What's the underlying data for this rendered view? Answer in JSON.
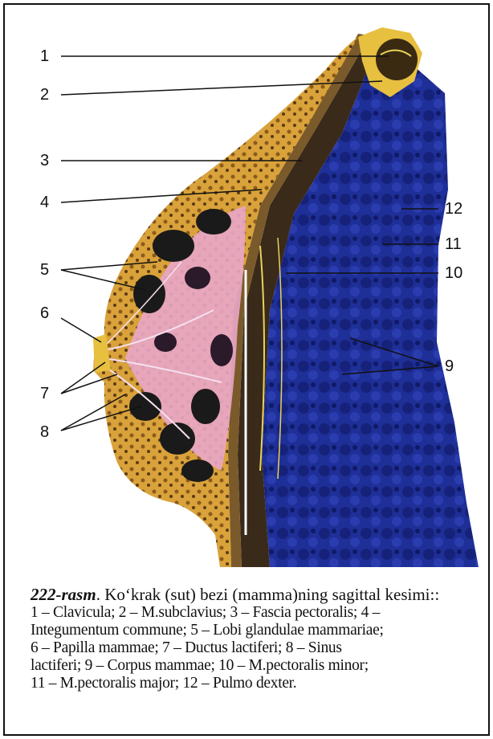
{
  "figure": {
    "labels": [
      "1",
      "2",
      "3",
      "4",
      "5",
      "6",
      "7",
      "8",
      "9",
      "10",
      "11",
      "12"
    ]
  },
  "caption": {
    "number": "222-rasm",
    "title": ". Ko‘krak (sut) bezi (mamma)ning sagittal kesimi::",
    "legend_lines": [
      "1 – Clavicula; 2 – M.subclavius; 3 – Fascia pectoralis; 4 –",
      "Integumentum commune; 5 – Lobi glandulae mammariae;",
      "6 – Papilla mammae; 7 – Ductus lactiferi; 8 – Sinus",
      "lactiferi; 9 – Corpus mammae; 10 – M.pectoralis minor;",
      "11 – M.pectoralis major; 12 – Pulmo dexter."
    ]
  },
  "colors": {
    "lung": "#1a2a8f",
    "muscle_dark": "#3a2a1a",
    "fat_yellow": "#e0b03a",
    "gland_pink": "#e8a6c8",
    "lobule_dark": "#1a1a1a"
  }
}
